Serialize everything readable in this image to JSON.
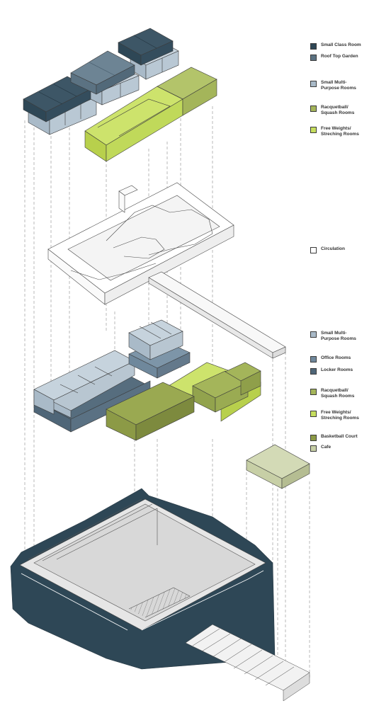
{
  "legend_top": [
    {
      "label": "Small Class Room",
      "color": "#2e4756"
    },
    {
      "label": "Roof Top Garden",
      "color": "#5b7282"
    },
    {
      "label": "Small Multi-\nPurpose Rooms",
      "color": "#a9bac8"
    },
    {
      "label": "Racquetball/\nSquash Rooms",
      "color": "#a4b55a"
    },
    {
      "label": "Free Weights/\nStreching Rooms",
      "color": "#c6de5e"
    }
  ],
  "legend_mid": [
    {
      "label": "Circulation",
      "color": "#ffffff"
    }
  ],
  "legend_bottom": [
    {
      "label": "Small Multi-\nPurpose Rooms",
      "color": "#a9bac8"
    },
    {
      "label": "Office Rooms",
      "color": "#6f889c"
    },
    {
      "label": "Locker Rooms",
      "color": "#4f6678"
    },
    {
      "label": "Racquetball/\nSquash Rooms",
      "color": "#a4b55a"
    },
    {
      "label": "Free Weights/\nStreching Rooms",
      "color": "#c6de5e"
    },
    {
      "label": "Basketball Court",
      "color": "#8c9a46"
    },
    {
      "label": "Cafe",
      "color": "#c7cfa6"
    }
  ]
}
